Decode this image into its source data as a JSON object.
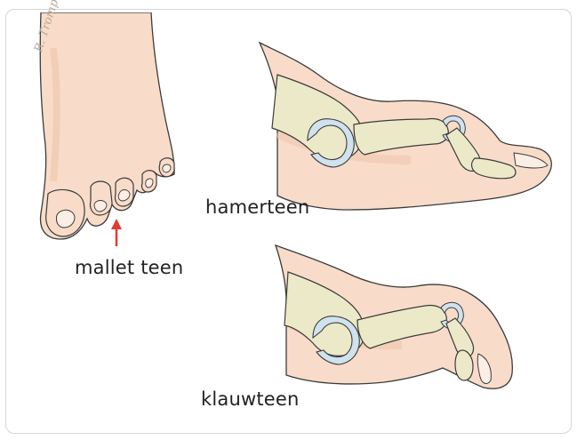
{
  "labels": {
    "mallet": "mallet teen",
    "hammer": "hamerteen",
    "claw": "klauwteen"
  },
  "signature": "R. Trompert",
  "colors": {
    "skin": "#f8dcc9",
    "skin_shadow": "#efc4ab",
    "outline": "#3b3b3b",
    "bone": "#ece9c8",
    "cartilage": "#cfe2ee",
    "arrow": "#e23a2f"
  }
}
